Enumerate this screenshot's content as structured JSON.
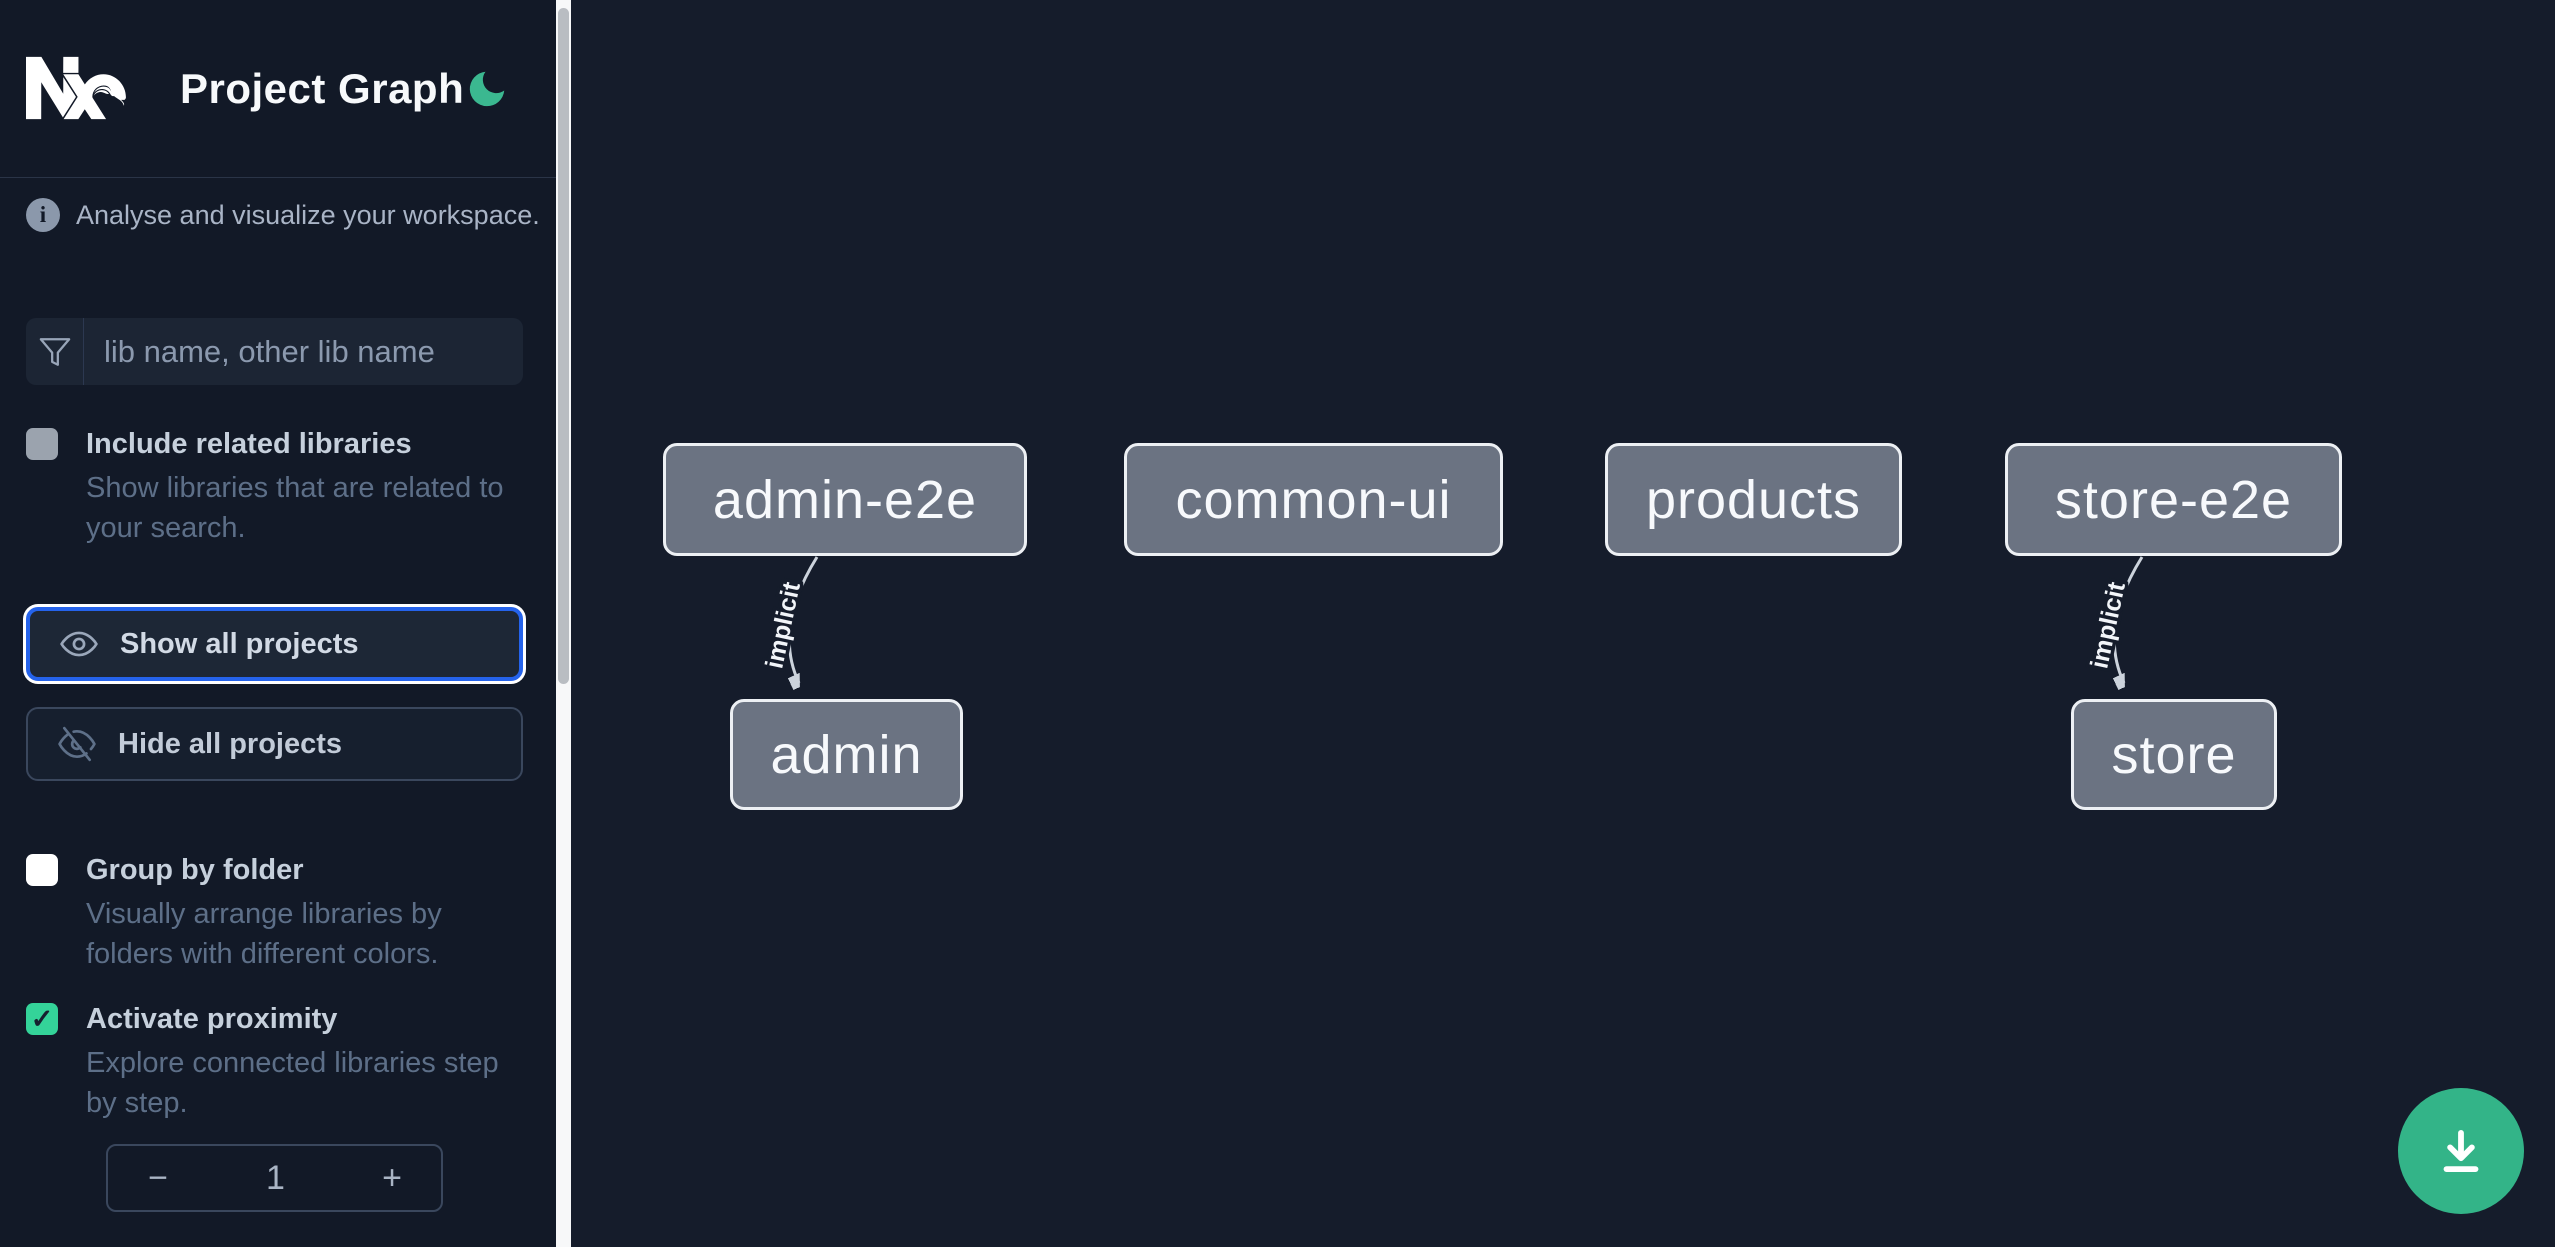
{
  "header": {
    "logo": "Nx",
    "title": "Project Graph",
    "theme_toggle_icon": "moon-icon"
  },
  "sidebar": {
    "tagline": "Analyse and visualize your workspace.",
    "info_icon": "info-icon",
    "filter": {
      "icon": "funnel-icon",
      "placeholder": "lib name, other lib name",
      "value": ""
    },
    "include_related": {
      "label": "Include related libraries",
      "description": "Show libraries that are related to your search.",
      "checked": false
    },
    "show_all_button": {
      "label": "Show all projects",
      "icon": "eye-icon",
      "focused": true
    },
    "hide_all_button": {
      "label": "Hide all projects",
      "icon": "eye-off-icon",
      "focused": false
    },
    "group_by_folder": {
      "label": "Group by folder",
      "description": "Visually arrange libraries by folders with different colors.",
      "checked": false
    },
    "activate_proximity": {
      "label": "Activate proximity",
      "description": "Explore connected libraries step by step.",
      "checked": true
    },
    "proximity_stepper": {
      "decrement_label": "−",
      "value": "1",
      "increment_label": "+"
    }
  },
  "graph": {
    "nodes": [
      {
        "id": "admin-e2e",
        "label": "admin-e2e"
      },
      {
        "id": "common-ui",
        "label": "common-ui"
      },
      {
        "id": "products",
        "label": "products"
      },
      {
        "id": "store-e2e",
        "label": "store-e2e"
      },
      {
        "id": "admin",
        "label": "admin"
      },
      {
        "id": "store",
        "label": "store"
      }
    ],
    "edges": [
      {
        "from": "admin-e2e",
        "to": "admin",
        "label": "implicit"
      },
      {
        "from": "store-e2e",
        "to": "store",
        "label": "implicit"
      }
    ]
  },
  "fab": {
    "icon": "download-icon"
  },
  "colors": {
    "sidebar_bg": "#121927",
    "canvas_bg": "#151c2b",
    "accent_green": "#3bb890",
    "checkbox_checked_green": "#34d399",
    "focus_blue": "#2563eb",
    "node_fill": "#6b7382",
    "node_border": "#edf0f4",
    "edge_stroke": "#ccd3dc",
    "fab_green": "#33b488"
  }
}
